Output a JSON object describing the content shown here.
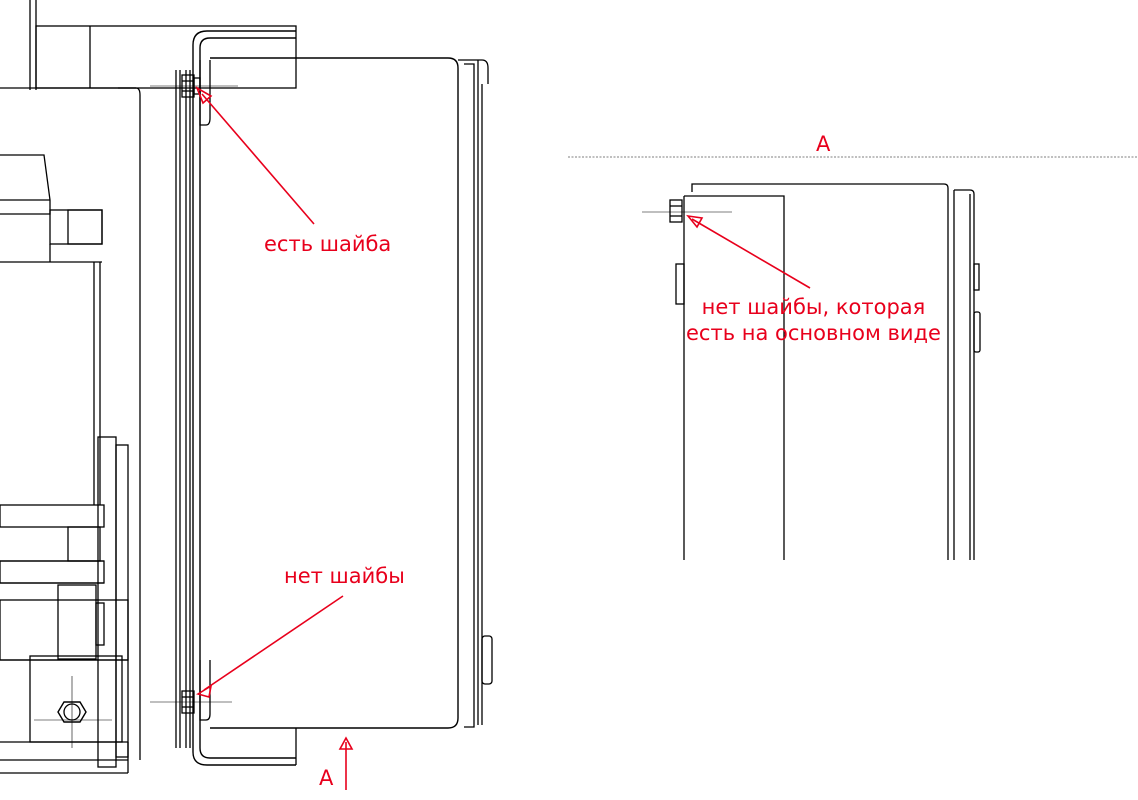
{
  "annotations": {
    "washer_present": "есть шайба",
    "washer_missing": "нет шайбы",
    "view_label": "A",
    "section_note_line1": "нет шайбы, которая",
    "section_note_line2": "есть на основном виде"
  },
  "colors": {
    "drawing_line": "#000000",
    "annotation": "#e8001c",
    "background": "#ffffff"
  }
}
